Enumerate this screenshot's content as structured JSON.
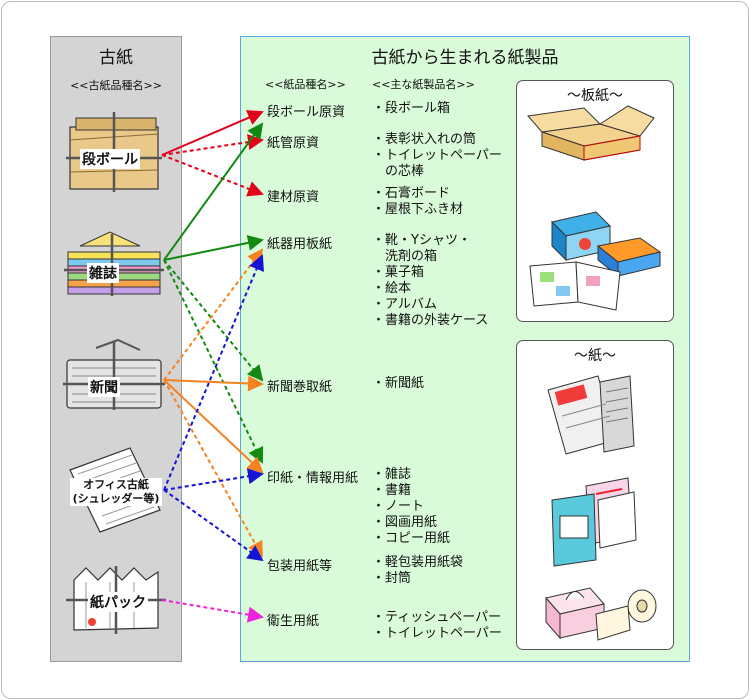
{
  "left": {
    "title": "古紙",
    "subtitle": "<<古紙品種名>>",
    "sources": [
      {
        "id": "danboru",
        "label": "段ボール"
      },
      {
        "id": "zasshi",
        "label": "雑誌"
      },
      {
        "id": "shinbun",
        "label": "新聞"
      },
      {
        "id": "office",
        "label": "オフィス古紙",
        "label2": "(シュレッダー等)"
      },
      {
        "id": "kamipack",
        "label": "紙パック"
      }
    ]
  },
  "right": {
    "title": "古紙から生まれる紙製品",
    "col1_header": "<<紙品種名>>",
    "col2_header": "<<主な紙製品名>>",
    "categories": [
      {
        "label": "段ボール原資",
        "products": [
          "・段ボール箱"
        ]
      },
      {
        "label": "紙管原資",
        "products": [
          "・表彰状入れの筒",
          "・トイレットペーパー",
          "　の芯棒"
        ]
      },
      {
        "label": "建材原資",
        "products": [
          "・石膏ボード",
          "・屋根下ふき材"
        ]
      },
      {
        "label": "紙器用板紙",
        "products": [
          "・靴・Yシャツ・",
          "　洗剤の箱",
          "・菓子箱",
          "・絵本",
          "・アルバム",
          "・書籍の外装ケース"
        ]
      },
      {
        "label": "新聞巻取紙",
        "products": [
          "・新聞紙"
        ]
      },
      {
        "label": "印紙・情報用紙",
        "products": [
          "・雑誌",
          "・書籍",
          "・ノート",
          "・図画用紙",
          "・コピー用紙"
        ]
      },
      {
        "label": "包装用紙等",
        "products": [
          "・軽包装用紙袋",
          "・封筒"
        ]
      },
      {
        "label": "衛生用紙",
        "products": [
          "・ティッシュペーパー",
          "・トイレットペーパー"
        ]
      }
    ],
    "boxes": [
      {
        "title": "～板紙～"
      },
      {
        "title": "～紙～"
      }
    ]
  },
  "colors": {
    "red": "#e4001b",
    "green": "#128a12",
    "orange": "#f58220",
    "blue": "#1414d2",
    "magenta": "#ee22dd",
    "left_bg": "#d4d4d4",
    "right_bg": "#d9fbd9"
  },
  "flows": [
    {
      "from": "段ボール",
      "to": "段ボール原資",
      "color": "red",
      "style": "solid"
    },
    {
      "from": "段ボール",
      "to": "紙管原資",
      "color": "red",
      "style": "dotted"
    },
    {
      "from": "段ボール",
      "to": "建材原資",
      "color": "red",
      "style": "dotted"
    },
    {
      "from": "雑誌",
      "to": "紙管原資",
      "color": "green",
      "style": "solid"
    },
    {
      "from": "雑誌",
      "to": "紙器用板紙",
      "color": "green",
      "style": "solid"
    },
    {
      "from": "雑誌",
      "to": "新聞巻取紙",
      "color": "green",
      "style": "dotted"
    },
    {
      "from": "雑誌",
      "to": "印紙・情報用紙",
      "color": "green",
      "style": "dotted"
    },
    {
      "from": "新聞",
      "to": "紙器用板紙",
      "color": "orange",
      "style": "dotted"
    },
    {
      "from": "新聞",
      "to": "新聞巻取紙",
      "color": "orange",
      "style": "solid"
    },
    {
      "from": "新聞",
      "to": "印紙・情報用紙",
      "color": "orange",
      "style": "solid"
    },
    {
      "from": "新聞",
      "to": "包装用紙等",
      "color": "orange",
      "style": "dotted"
    },
    {
      "from": "オフィス古紙",
      "to": "紙器用板紙",
      "color": "blue",
      "style": "dotted"
    },
    {
      "from": "オフィス古紙",
      "to": "印紙・情報用紙",
      "color": "blue",
      "style": "dotted"
    },
    {
      "from": "オフィス古紙",
      "to": "包装用紙等",
      "color": "blue",
      "style": "dotted"
    },
    {
      "from": "紙パック",
      "to": "衛生用紙",
      "color": "magenta",
      "style": "dotted"
    }
  ],
  "icons": [
    "cardboard-bundle-icon",
    "magazine-bundle-icon",
    "newspaper-bundle-icon",
    "office-paper-icon",
    "milk-carton-bundle-icon",
    "cardboard-box-icon",
    "paper-boxes-icon",
    "picture-book-icon",
    "newspapers-icon",
    "notebooks-icon",
    "tissue-box-icon",
    "toilet-roll-icon"
  ]
}
